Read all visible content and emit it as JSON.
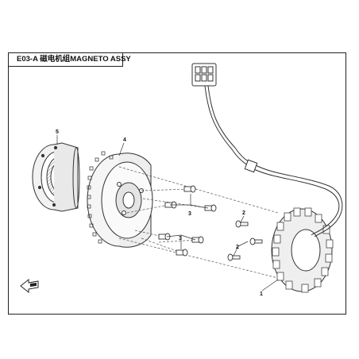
{
  "title": "E03-A 磁电机组MAGNETO ASSY",
  "callouts": [
    "1",
    "2",
    "2",
    "3",
    "3",
    "4",
    "5"
  ],
  "icons": [
    "front-direction-arrow-icon"
  ]
}
